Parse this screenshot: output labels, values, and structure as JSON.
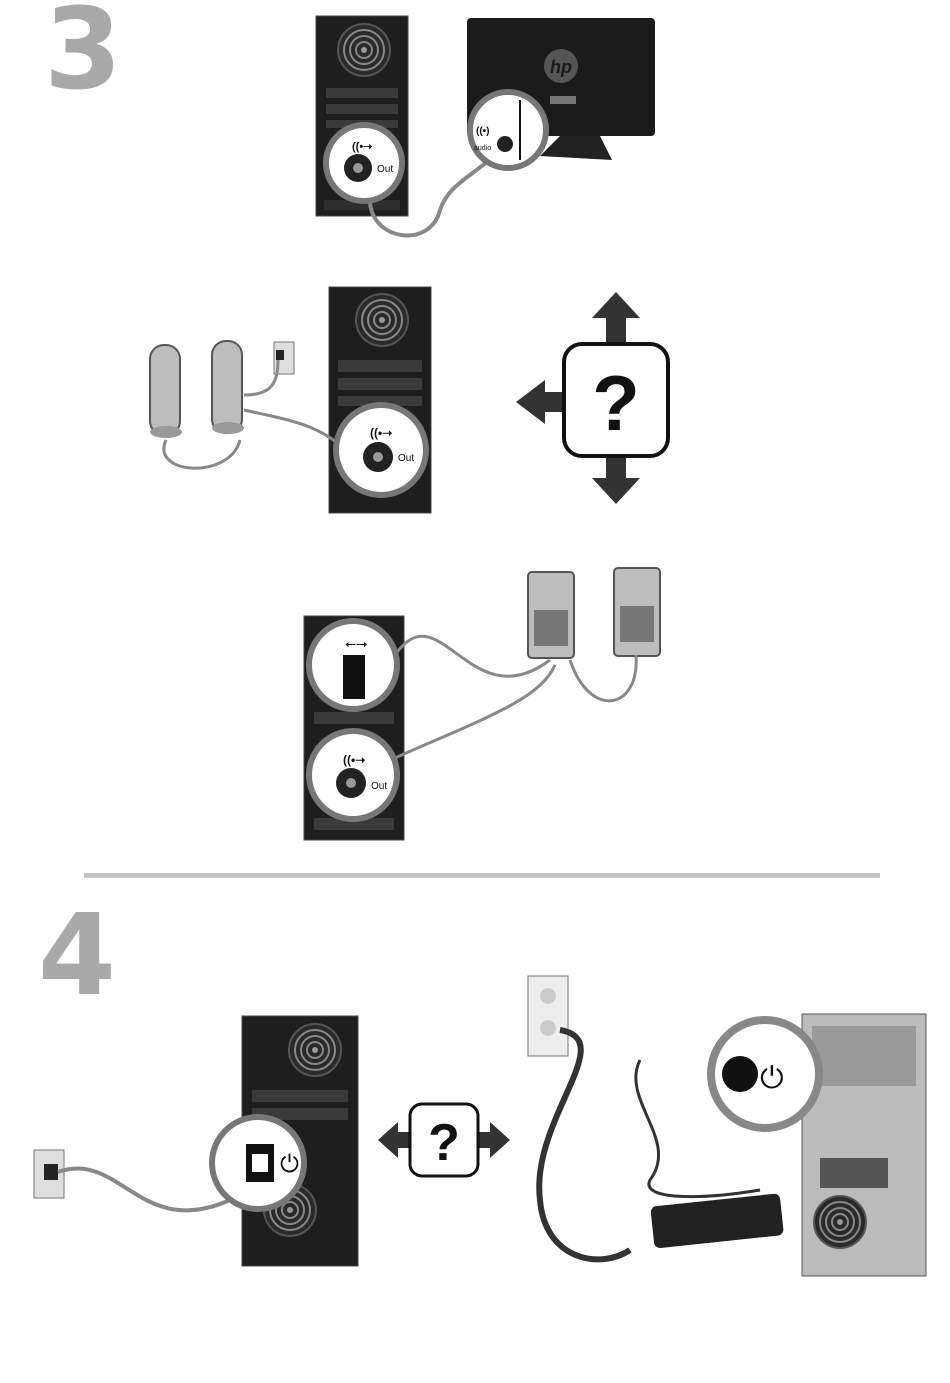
{
  "steps": {
    "step3": "3",
    "step4": "4"
  },
  "labels": {
    "audio_out": "Out",
    "monitor_audio": "audio",
    "monitor_brand": "hp",
    "unknown_mark": "?"
  },
  "icons": [
    "audio-out-icon",
    "usb-icon",
    "power-plug-icon",
    "question-mark-icon",
    "arrow-up-icon",
    "arrow-down-icon",
    "arrow-left-icon",
    "arrow-right-icon"
  ],
  "colors": {
    "step_number": "#a9a9a9",
    "divider": "#c4c4c4",
    "tower": "#1e1e1e"
  }
}
